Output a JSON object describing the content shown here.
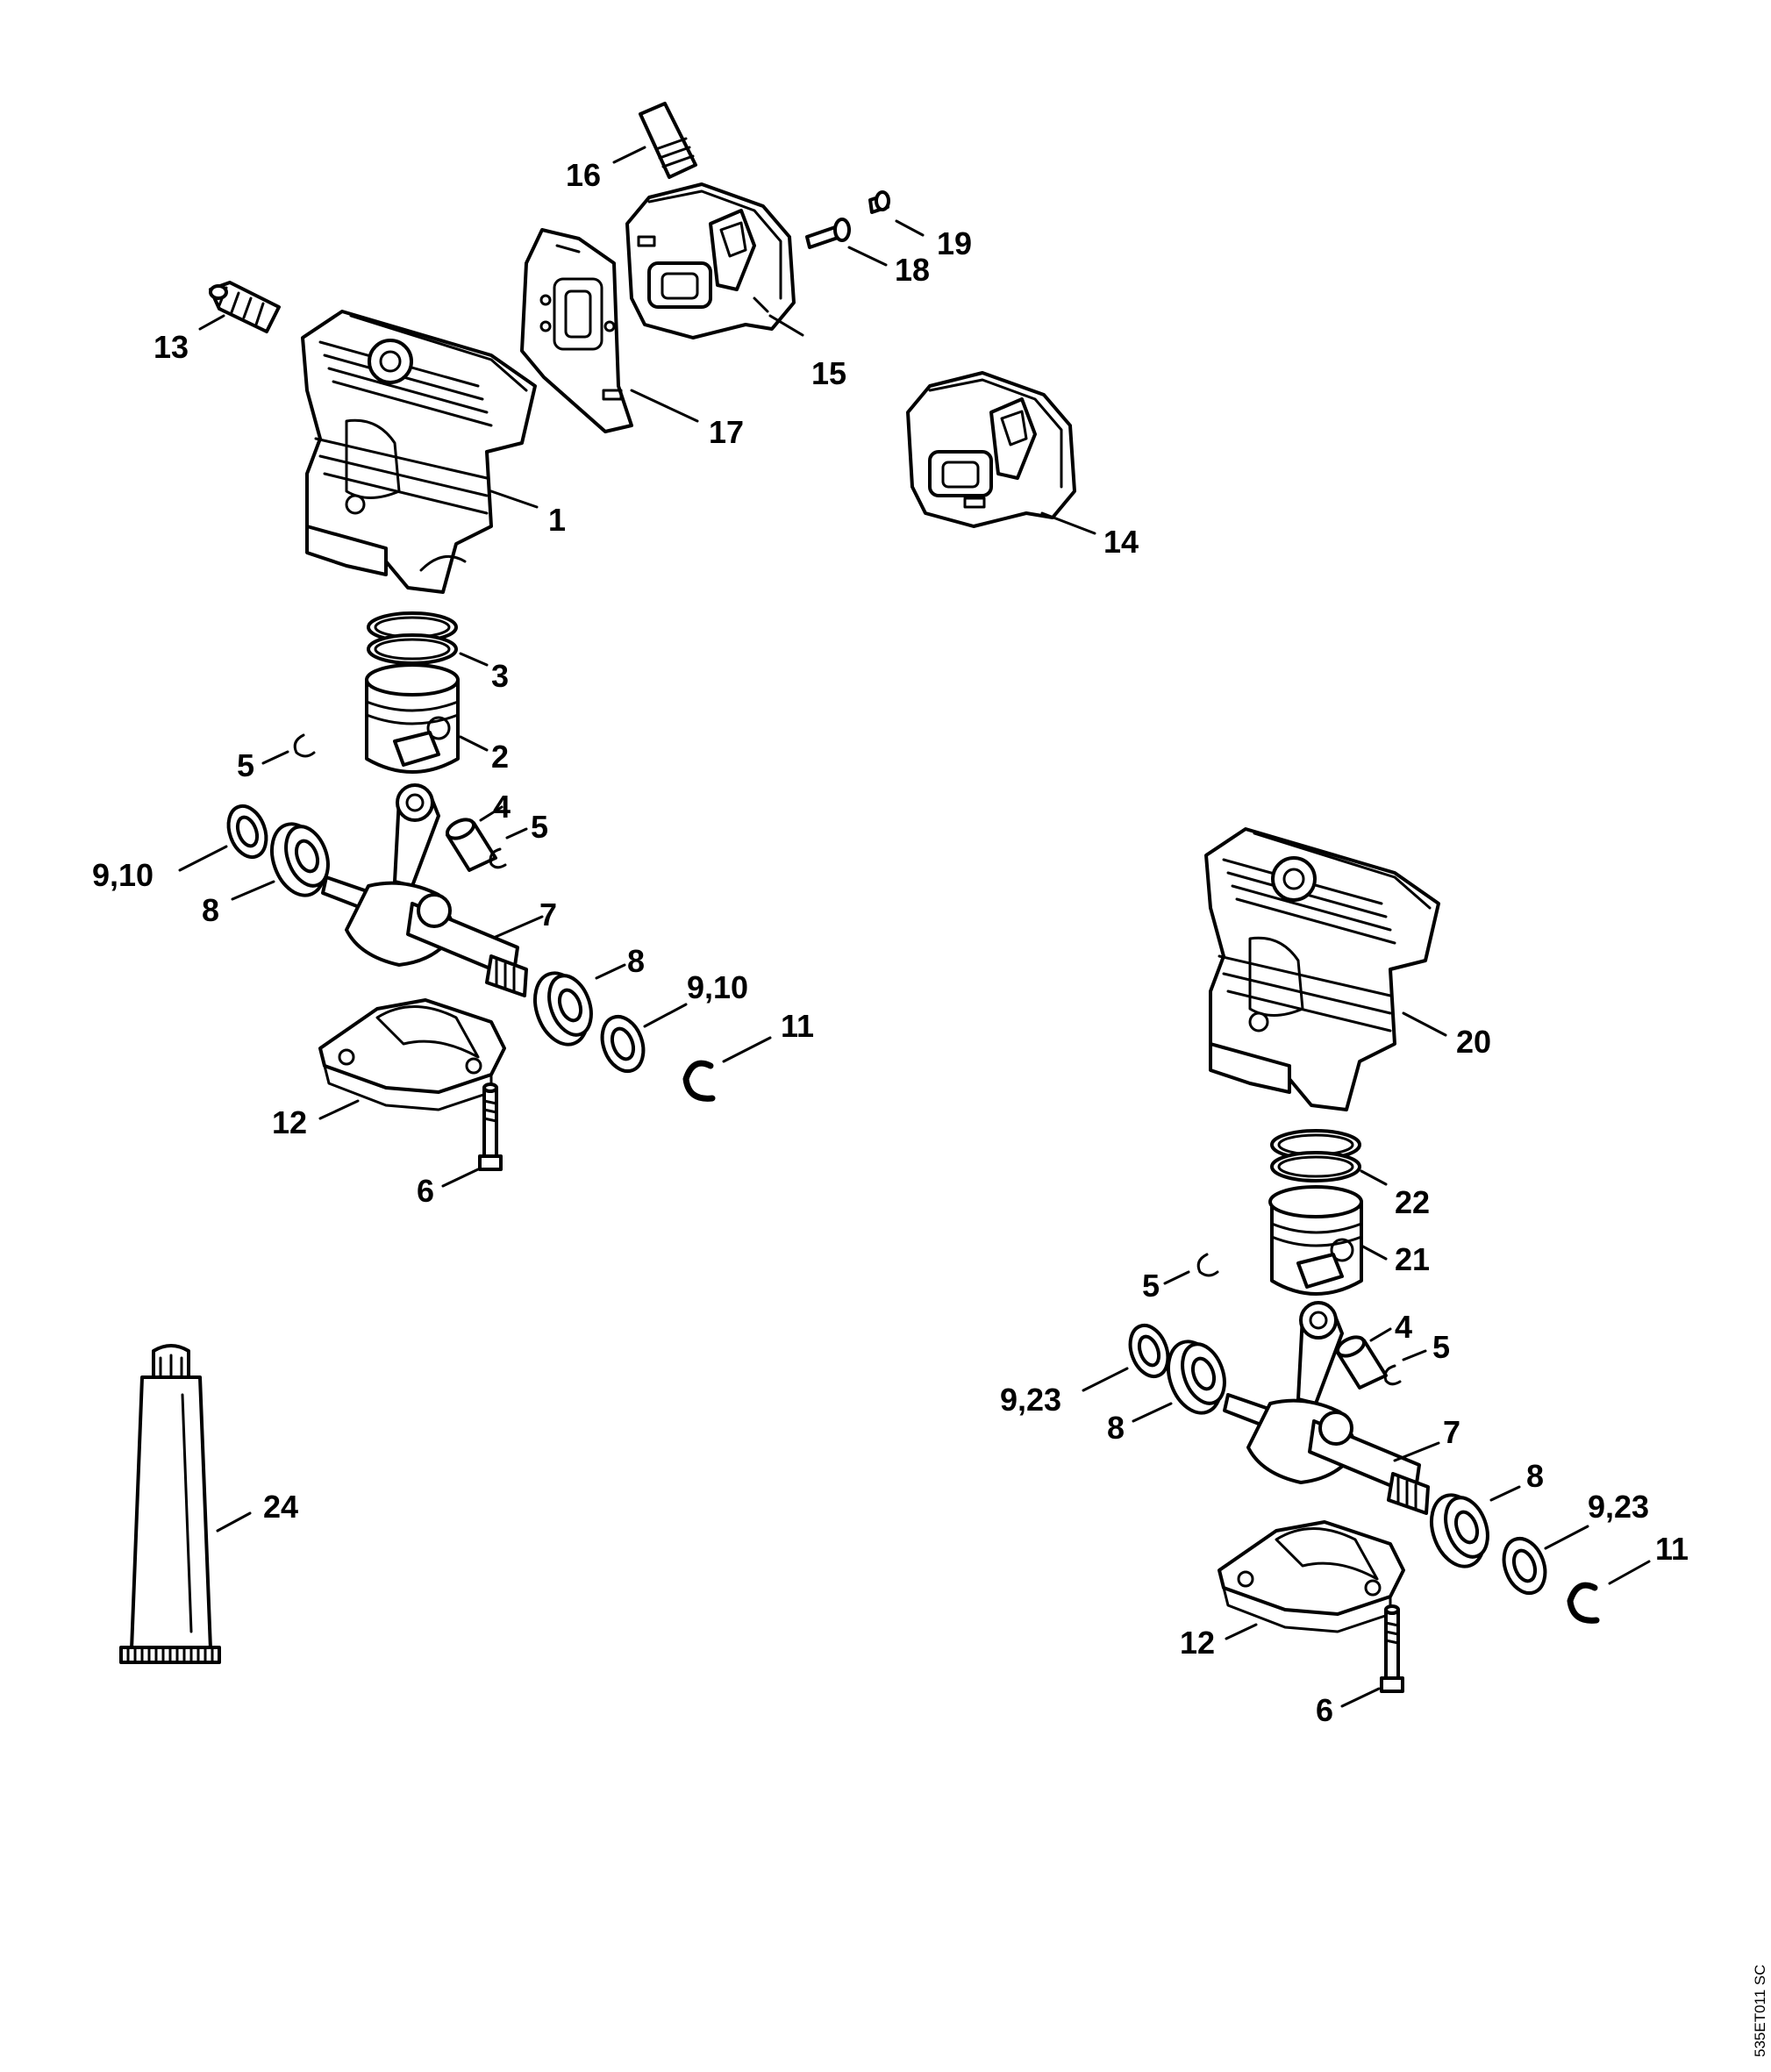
{
  "drawing_code": "535ET011 SC",
  "callouts": {
    "c1": "1",
    "c2": "2",
    "c3": "3",
    "c4a": "4",
    "c5a": "5",
    "c5b": "5",
    "c6a": "6",
    "c7a": "7",
    "c8a": "8",
    "c8b": "8",
    "c9_10a": "9,10",
    "c9_10b": "9,10",
    "c11a": "11",
    "c12a": "12",
    "c13": "13",
    "c14": "14",
    "c15": "15",
    "c16": "16",
    "c17": "17",
    "c18": "18",
    "c19": "19",
    "c20": "20",
    "c21": "21",
    "c22": "22",
    "c4b": "4",
    "c5c": "5",
    "c5d": "5",
    "c6b": "6",
    "c7b": "7",
    "c8c": "8",
    "c8d": "8",
    "c9_23a": "9,23",
    "c9_23b": "9,23",
    "c11b": "11",
    "c12b": "12",
    "c24": "24"
  }
}
